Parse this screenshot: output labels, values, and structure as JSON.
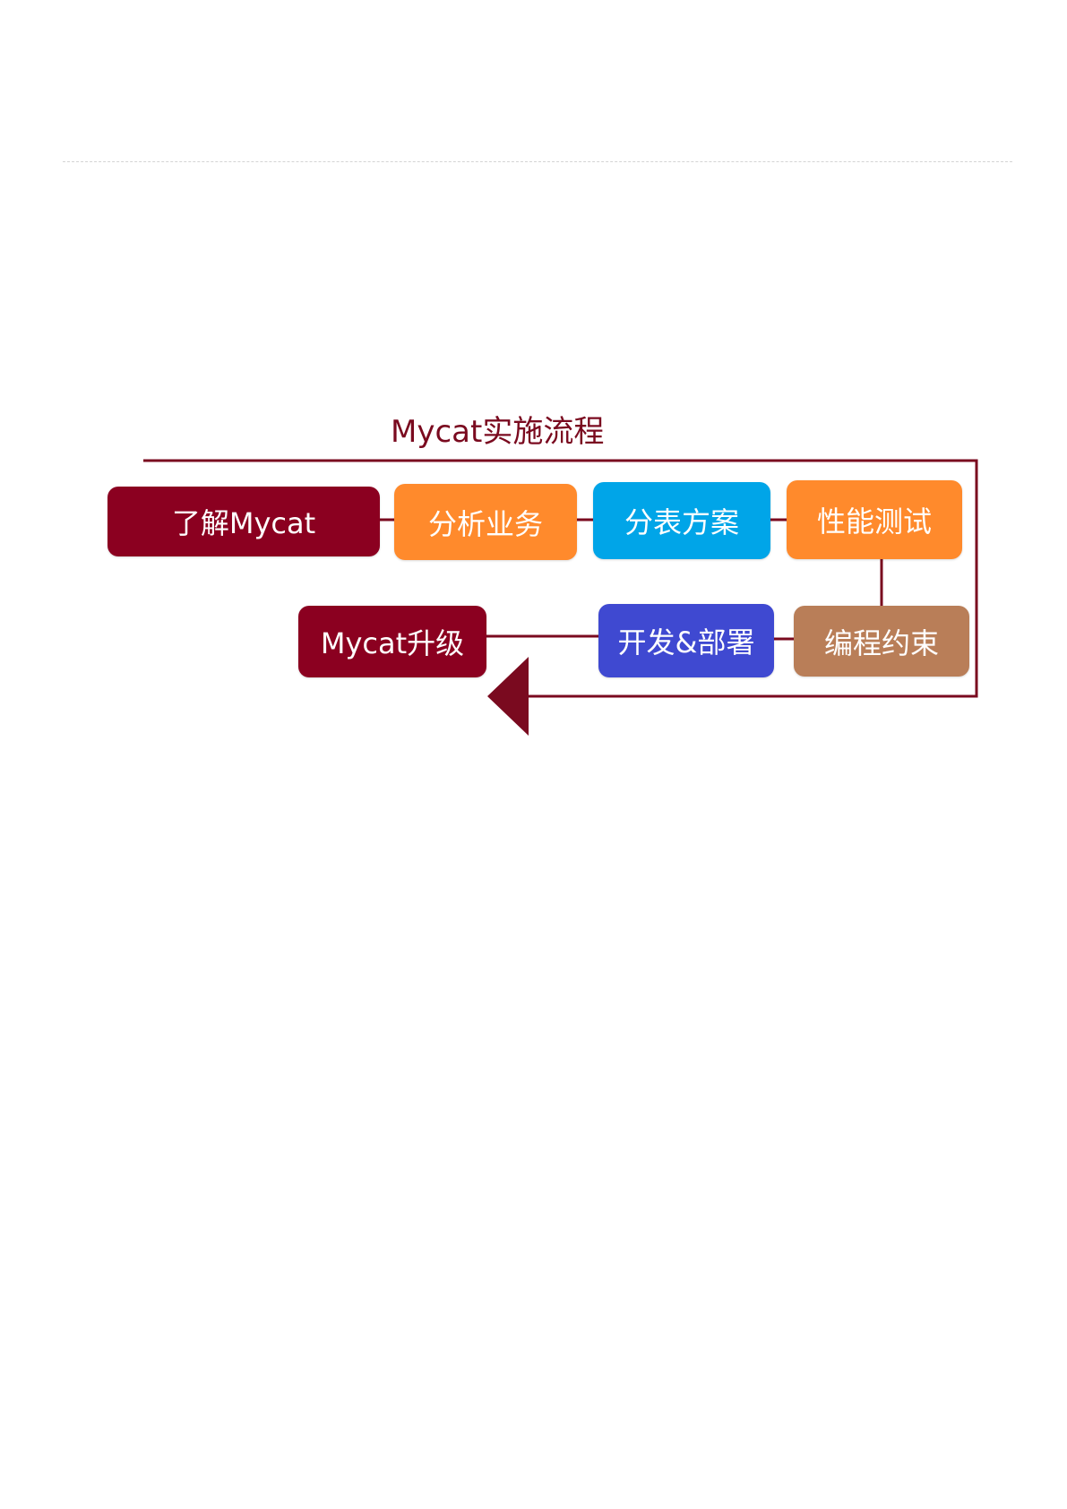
{
  "diagram": {
    "title": "Mycat实施流程",
    "steps": [
      {
        "label": "了解Mycat",
        "color": "#8b0020"
      },
      {
        "label": "分析业务",
        "color": "#ff8a2c"
      },
      {
        "label": "分表方案",
        "color": "#00a5e8"
      },
      {
        "label": "性能测试",
        "color": "#ff8a2c"
      },
      {
        "label": "编程约束",
        "color": "#b97e58"
      },
      {
        "label": "开发&部署",
        "color": "#3f49d1"
      },
      {
        "label": "Mycat升级",
        "color": "#8b0020"
      }
    ],
    "connector_color": "#7a0a1f",
    "divider_color": "#d4d4d4"
  }
}
